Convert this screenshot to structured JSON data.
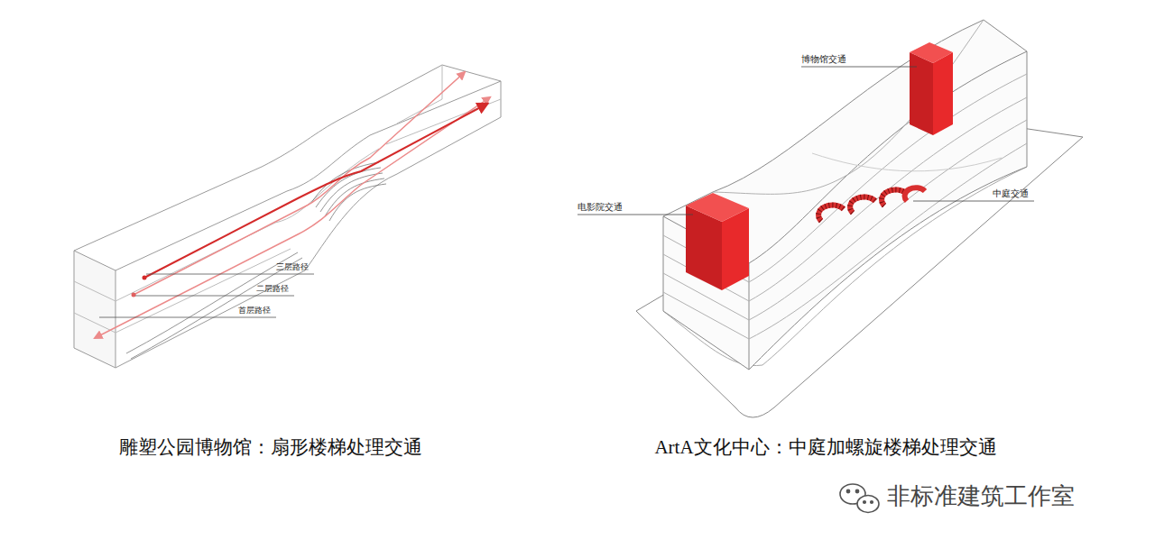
{
  "diagram": {
    "labels": [
      "三层路径",
      "二层路径",
      "首层路径",
      "博物馆交通",
      "电影院交通",
      "中庭交通",
      "雕塑公园博物馆：扇形楼梯处理交通",
      "ArtA文化中心：中庭加螺旋楼梯处理交通",
      "非标准建筑工作室"
    ]
  }
}
